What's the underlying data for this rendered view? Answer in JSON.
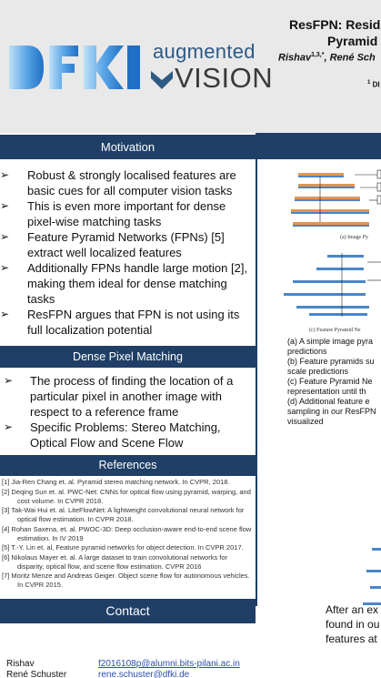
{
  "header": {
    "logo": {
      "brand": "DFKI",
      "line1": "augmented",
      "line2": "VISION"
    },
    "title_line1": "ResFPN: Resid",
    "title_line2": "Pyramid I",
    "authors_name1": "Rishav",
    "authors_sup1": "1,3,*",
    "authors_name2": "René Sch",
    "affil_sup": "1",
    "affil_text": "DI"
  },
  "motivation": {
    "heading": "Motivation",
    "bullets": [
      "Robust & strongly localised features are basic cues for all computer vision tasks",
      "This is even more important for dense pixel-wise matching tasks",
      "Feature Pyramid Networks (FPNs) [5] extract well localized features",
      "Additionally FPNs handle large motion [2], making them ideal for dense matching tasks",
      "ResFPN argues that FPN is not using its full localization potential"
    ]
  },
  "dense": {
    "heading": "Dense Pixel Matching",
    "bullets": [
      "The process of finding the location of a particular pixel in another image with respect to a reference frame",
      "Specific Problems: Stereo Matching, Optical Flow and Scene Flow"
    ]
  },
  "references": {
    "heading": "References",
    "items": [
      "[1] Jia-Ren Chang et. al. Pyramid stereo matching network. In CVPR, 2018.",
      "[2] Deqing Sun et. al. PWC-Net: CNNs for optical flow using pyramid, warping, and cost volume. In CVPR 2018.",
      "[3] Tak-Wai Hui et. al. LiteFlowNet: A lightweight convolutional neural network for optical flow estimation. In CVPR 2018.",
      "[4] Rohan Saxena, et. al. PWOC-3D: Deep occlusion-aware end-to-end scene flow estimation. In IV 2019",
      "[5] T.-Y. Lin et. al, Feature pyramid networks for object detection. In CVPR 2017.",
      "[6] Nikolaus Mayer et. al. A large dataset to train convolutional networks for disparity, optical flow, and scene flow estimation. CVPR 2016",
      "[7] Moritz Menze and Andreas Geiger. Object scene flow for autonomous vehicles. In CVPR 2015."
    ]
  },
  "contact": {
    "heading": "Contact",
    "rows": [
      {
        "name": "Rishav",
        "email": "f2016108p@alumni.bits-pilani.ac.in"
      },
      {
        "name": "René Schuster",
        "email": "rene.schuster@dfki.de"
      }
    ]
  },
  "figure": {
    "caption_a": "(a) Image Py",
    "caption_c": "(c) Feature Pyramid Ne"
  },
  "captions": [
    "(a) A simple image pyra",
    "predictions",
    "(b) Feature pyramids su",
    "scale predictions",
    "(c) Feature Pyramid Ne",
    "representation until th",
    "(d) Additional feature e",
    "sampling in our ResFPN",
    "visualized"
  ],
  "after": [
    "After an ex",
    "found in ou",
    "features at"
  ],
  "colors": {
    "section_header": "#1f3f66",
    "header_bg": "#e9e9e9",
    "logo_blue": "#3a7fd0",
    "link": "#2a4fb0",
    "pyramid_blue": "#4a86c8",
    "pyramid_orange": "#e8944a"
  }
}
